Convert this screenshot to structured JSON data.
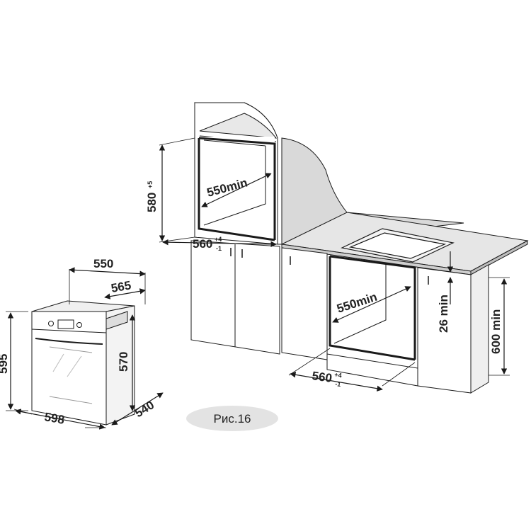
{
  "colors": {
    "line": "#1a1a1a",
    "wall_fill": "#d9d9d9",
    "countertop_fill": "#e6e6e6",
    "caption_bg": "#e3e3e3"
  },
  "caption": "Рис.16",
  "oven_dims": {
    "top_width": "550",
    "top_depth": "565",
    "height_total": "595",
    "height_body": "570",
    "front_width": "598",
    "body_depth": "540"
  },
  "wall_cabinet_dims": {
    "height": "580",
    "height_tol": "+5",
    "inner_width": "550min",
    "depth": "560",
    "depth_tol_plus": "+4",
    "depth_tol_minus": "-1"
  },
  "under_counter_dims": {
    "inner_width": "550min",
    "depth": "560",
    "depth_tol_plus": "+4",
    "depth_tol_minus": "-1",
    "gap": "26 min",
    "height": "600 min"
  }
}
